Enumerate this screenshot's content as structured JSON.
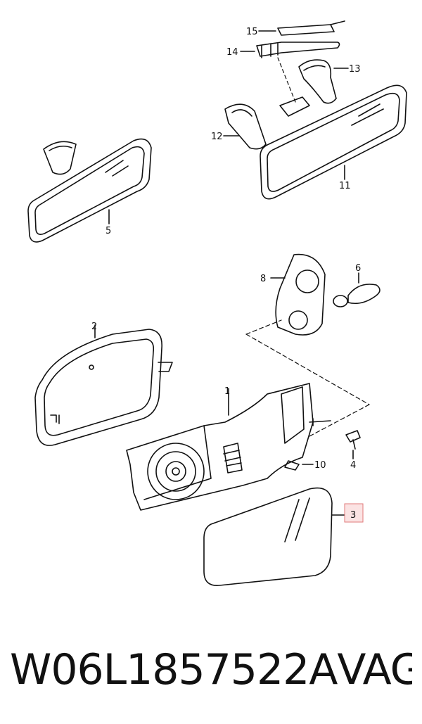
{
  "diagram": {
    "callouts": [
      {
        "id": "1",
        "text": "1"
      },
      {
        "id": "2",
        "text": "2"
      },
      {
        "id": "3",
        "text": "3",
        "highlighted": true
      },
      {
        "id": "4",
        "text": "4"
      },
      {
        "id": "5",
        "text": "5"
      },
      {
        "id": "6",
        "text": "6"
      },
      {
        "id": "8",
        "text": "8"
      },
      {
        "id": "10",
        "text": "10"
      },
      {
        "id": "11",
        "text": "11"
      },
      {
        "id": "12",
        "text": "12"
      },
      {
        "id": "13",
        "text": "13"
      },
      {
        "id": "14",
        "text": "14"
      },
      {
        "id": "15",
        "text": "15"
      }
    ],
    "highlight_color": "#e07a7a"
  },
  "footer": {
    "part_number": "W06L1857522A",
    "brand": "VAG"
  }
}
